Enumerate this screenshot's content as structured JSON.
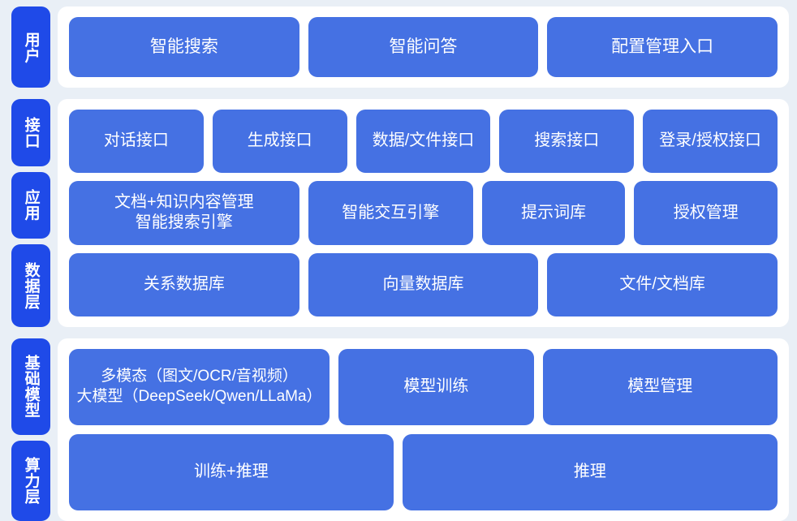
{
  "sections": [
    {
      "id": "users",
      "tabs": [
        {
          "label": "用户"
        }
      ],
      "rows": [
        {
          "id": "user-entries",
          "cards": [
            {
              "label": "智能搜索"
            },
            {
              "label": "智能问答"
            },
            {
              "label": "配置管理入口"
            }
          ]
        }
      ]
    },
    {
      "id": "core",
      "tabs": [
        {
          "label": "接口"
        },
        {
          "label": "应用"
        },
        {
          "label": "数据层"
        }
      ],
      "rows": [
        {
          "id": "interface",
          "cards": [
            {
              "label": "对话接口"
            },
            {
              "label": "生成接口"
            },
            {
              "label": "数据/文件接口"
            },
            {
              "label": "搜索接口"
            },
            {
              "label": "登录/授权接口"
            }
          ]
        },
        {
          "id": "application",
          "cards": [
            {
              "label": "文档+知识内容管理\n智能搜索引擎"
            },
            {
              "label": "智能交互引擎"
            },
            {
              "label": "提示词库"
            },
            {
              "label": "授权管理"
            }
          ]
        },
        {
          "id": "data",
          "cards": [
            {
              "label": "关系数据库"
            },
            {
              "label": "向量数据库"
            },
            {
              "label": "文件/文档库"
            }
          ]
        }
      ]
    },
    {
      "id": "base",
      "tabs": [
        {
          "label": "基础模型"
        },
        {
          "label": "算力层"
        }
      ],
      "rows": [
        {
          "id": "model",
          "cards": [
            {
              "label": "多模态（图文/OCR/音视频）\n大模型（DeepSeek/Qwen/LLaMa）"
            },
            {
              "label": "模型训练"
            },
            {
              "label": "模型管理"
            }
          ]
        },
        {
          "id": "compute",
          "cards": [
            {
              "label": "训练+推理"
            },
            {
              "label": "推理"
            }
          ]
        }
      ]
    }
  ],
  "colors": {
    "background": "#e9eff6",
    "panel": "#ffffff",
    "tab": "#1f4ae8",
    "card": "#4571e3",
    "text_on_blue": "#ffffff"
  }
}
